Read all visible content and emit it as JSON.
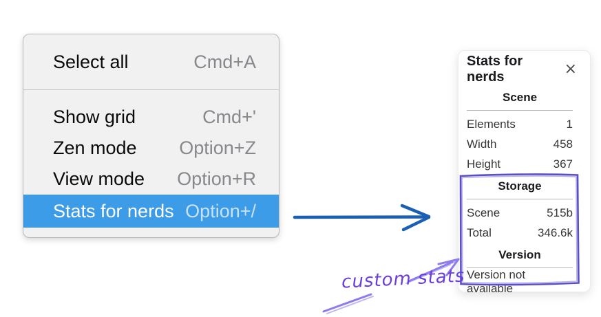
{
  "menu": {
    "items": [
      {
        "label": "Select all",
        "shortcut": "Cmd+A",
        "highlighted": false
      },
      {
        "label": "Show grid",
        "shortcut": "Cmd+'",
        "highlighted": false
      },
      {
        "label": "Zen mode",
        "shortcut": "Option+Z",
        "highlighted": false
      },
      {
        "label": "View mode",
        "shortcut": "Option+R",
        "highlighted": false
      },
      {
        "label": "Stats for nerds",
        "shortcut": "Option+/",
        "highlighted": true
      }
    ]
  },
  "stats_panel": {
    "title": "Stats for nerds",
    "close_icon": "×",
    "scene_section": {
      "header": "Scene",
      "rows": [
        {
          "label": "Elements",
          "value": "1"
        },
        {
          "label": "Width",
          "value": "458"
        },
        {
          "label": "Height",
          "value": "367"
        }
      ]
    },
    "storage_section": {
      "header": "Storage",
      "rows": [
        {
          "label": "Scene",
          "value": "515b"
        },
        {
          "label": "Total",
          "value": "346.6k"
        }
      ]
    },
    "version_section": {
      "header": "Version",
      "note": "Version not available"
    }
  },
  "annotation": {
    "label": "custom stats"
  },
  "colors": {
    "menu_highlight": "#3d9ce8",
    "menu_background": "#f1f1f2",
    "flow_arrow_blue": "#1a5fb4",
    "annotation_text_purple": "#6b3ed9",
    "sketch_box_purple": "#5a4fc7",
    "annotation_arrow_purple": "#8d7cee"
  }
}
